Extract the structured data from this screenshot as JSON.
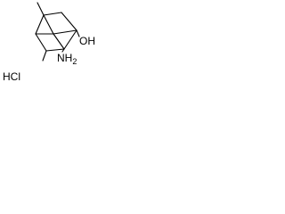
{
  "molecule": {
    "hydroxyl": "OH",
    "amine": "NH",
    "amine_subscript": "2",
    "salt": "HCl"
  }
}
